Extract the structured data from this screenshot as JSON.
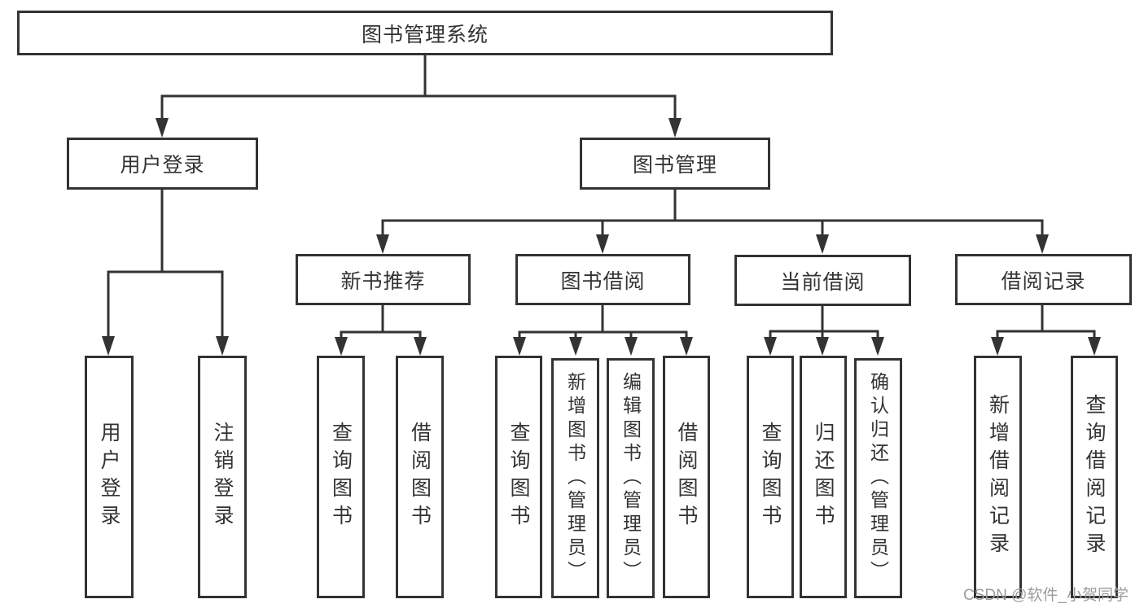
{
  "diagram": {
    "root": {
      "label": "图书管理系统"
    },
    "level2": [
      {
        "label": "用户登录",
        "children": [
          {
            "label": "用户登录"
          },
          {
            "label": "注销登录"
          }
        ]
      },
      {
        "label": "图书管理",
        "groups": [
          {
            "label": "新书推荐",
            "children": [
              {
                "label": "查询图书"
              },
              {
                "label": "借阅图书"
              }
            ]
          },
          {
            "label": "图书借阅",
            "children": [
              {
                "label": "查询图书"
              },
              {
                "label": "新增图书（管理员）"
              },
              {
                "label": "编辑图书（管理员）"
              },
              {
                "label": "借阅图书"
              }
            ]
          },
          {
            "label": "当前借阅",
            "children": [
              {
                "label": "查询图书"
              },
              {
                "label": "归还图书"
              },
              {
                "label": "确认归还（管理员）"
              }
            ]
          },
          {
            "label": "借阅记录",
            "children": [
              {
                "label": "新增借阅记录"
              },
              {
                "label": "查询借阅记录"
              }
            ]
          }
        ]
      }
    ]
  },
  "watermark": {
    "text": "CSDN @软件_小贺同学"
  },
  "colors": {
    "line": "#333333",
    "box_border": "#333333",
    "text": "#333333",
    "watermark": "#9c9c9c",
    "background": "#ffffff"
  }
}
